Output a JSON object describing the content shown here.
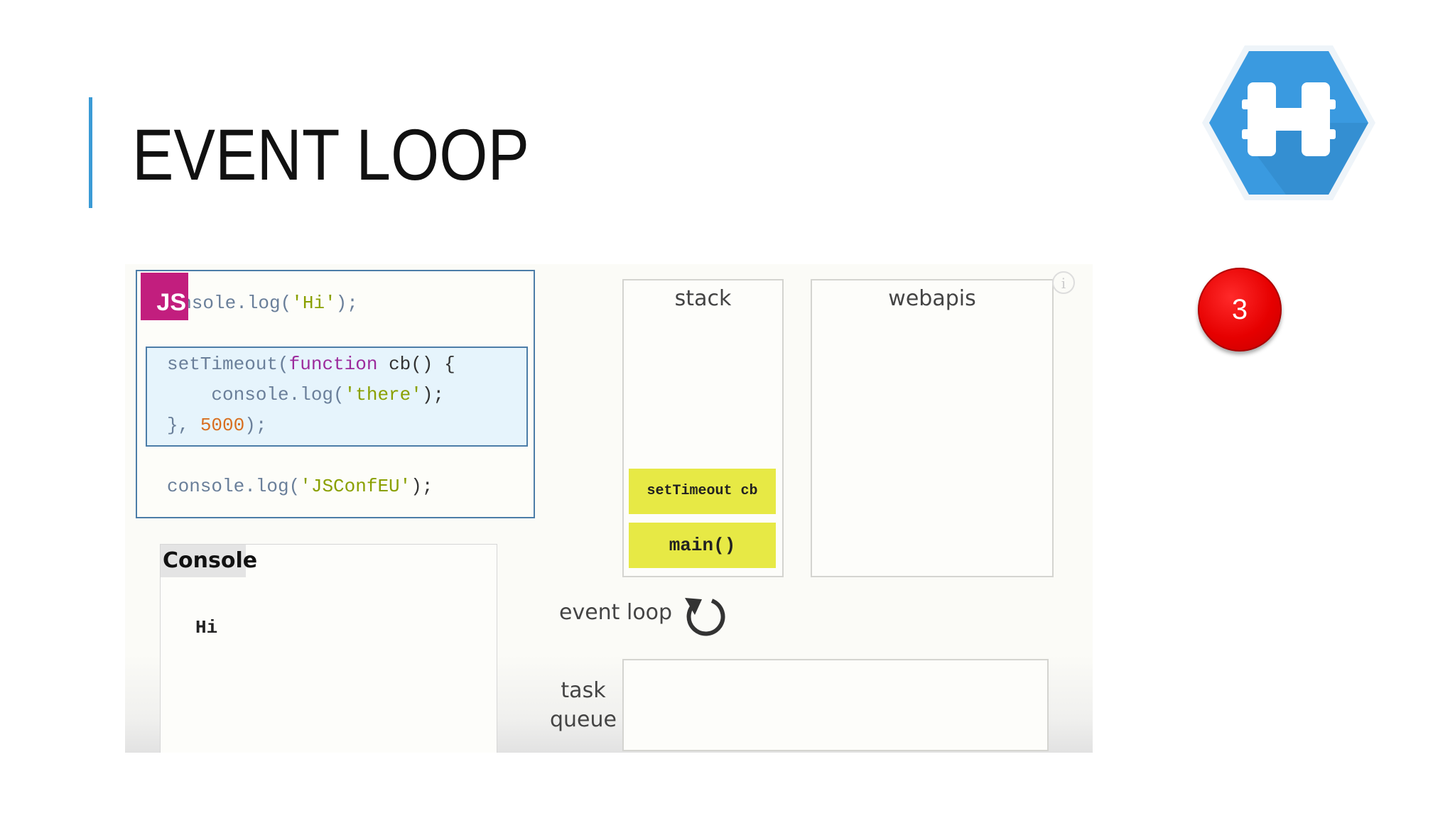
{
  "slide": {
    "title": "EVENT LOOP",
    "slide_number": "3",
    "accent_color": "#3b9bd6",
    "logo_icon": "hexagon-h-logo",
    "badge_color": "#e60000"
  },
  "demo": {
    "js_badge": "JS",
    "code_lines": {
      "line1_a": "console.log(",
      "line1_str": "'Hi'",
      "line1_b": ");",
      "line2_a": "setTimeout(",
      "line2_kw": "function",
      "line2_b": " cb() {",
      "line3_a": "    console.log(",
      "line3_str": "'there'",
      "line3_b": ");",
      "line4_a": "}, ",
      "line4_num": "5000",
      "line4_b": ");",
      "line5_a": "console.log(",
      "line5_str": "'JSConfEU'",
      "line5_b": ");"
    },
    "console": {
      "label": "Console",
      "output": "Hi"
    },
    "stack": {
      "label": "stack",
      "frames": [
        "setTimeout cb",
        "main()"
      ]
    },
    "webapis": {
      "label": "webapis"
    },
    "event_loop": {
      "label": "event loop",
      "icon": "rotate-arrow-icon"
    },
    "task_queue": {
      "label_line1": "task",
      "label_line2": "queue"
    },
    "info_icon": "i"
  }
}
